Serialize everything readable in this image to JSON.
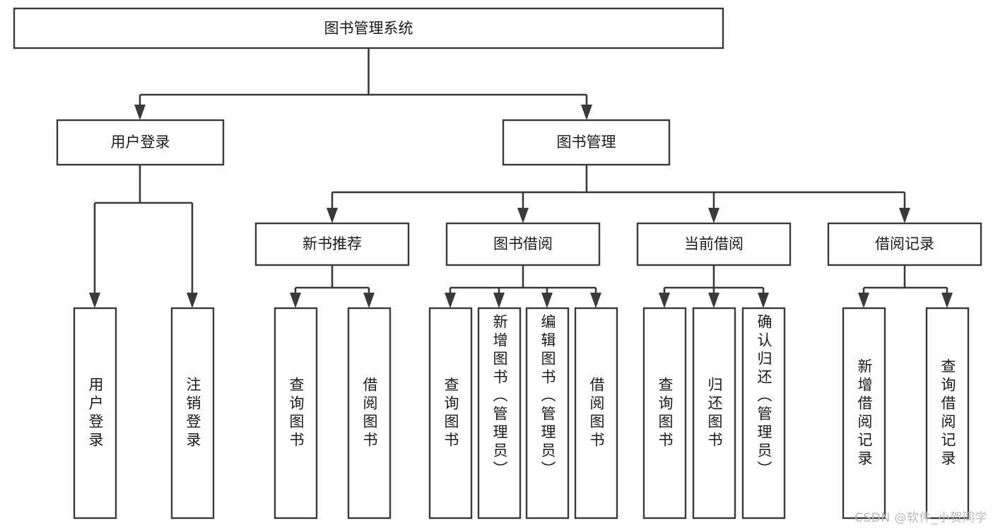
{
  "diagram": {
    "type": "tree-hierarchy",
    "title": "图书管理系统",
    "watermark": "CSDN @软件_小贺同学",
    "colors": {
      "background": "#ffffff",
      "box_stroke": "#3a3a3a",
      "box_fill": "#ffffff",
      "connector": "#3a3a3a",
      "text": "#1a1a1a",
      "watermark": "#b9b9b9"
    },
    "levels": {
      "root": {
        "label": "图书管理系统"
      },
      "level2": [
        {
          "label": "用户登录"
        },
        {
          "label": "图书管理"
        }
      ],
      "level3": [
        {
          "label": "新书推荐"
        },
        {
          "label": "图书借阅"
        },
        {
          "label": "当前借阅"
        },
        {
          "label": "借阅记录"
        }
      ],
      "leaves": {
        "user_login": [
          {
            "label": "用户登录"
          },
          {
            "label": "注销登录"
          }
        ],
        "new_book_recommend": [
          {
            "label": "查询图书"
          },
          {
            "label": "借阅图书"
          }
        ],
        "book_borrow": [
          {
            "label": "查询图书"
          },
          {
            "label": "新增图书（管理员）"
          },
          {
            "label": "编辑图书（管理员）"
          },
          {
            "label": "借阅图书"
          }
        ],
        "current_borrow": [
          {
            "label": "查询图书"
          },
          {
            "label": "归还图书"
          },
          {
            "label": "确认归还（管理员）"
          }
        ],
        "borrow_records": [
          {
            "label": "新增借阅记录"
          },
          {
            "label": "查询借阅记录"
          }
        ]
      }
    }
  }
}
